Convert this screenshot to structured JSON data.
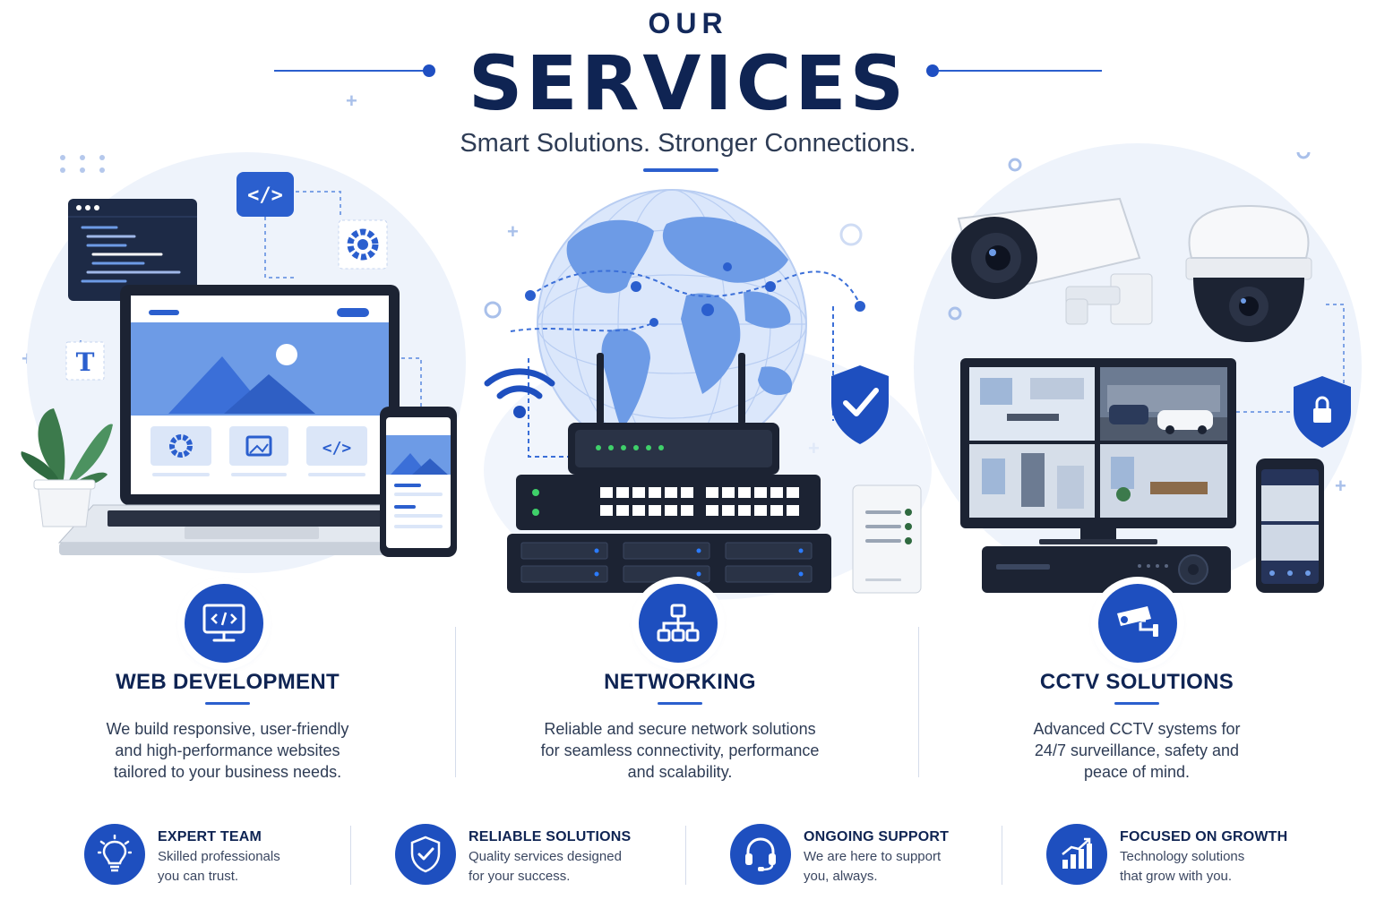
{
  "header": {
    "eyebrow": "OUR",
    "title": "SERVICES",
    "tagline": "Smart Solutions. Stronger Connections."
  },
  "colors": {
    "primary": "#1e4fbf",
    "navy": "#0f2453",
    "light_blue": "#6d9be6",
    "pale_bg": "#eef3fb",
    "device_dark": "#1c2333"
  },
  "illustration": {
    "code_tag": "</>",
    "text_tool": "T"
  },
  "services": [
    {
      "icon": "monitor-code-icon",
      "title": "WEB DEVELOPMENT",
      "description_lines": [
        "We build responsive, user-friendly",
        "and high-performance websites",
        "tailored to your business needs."
      ]
    },
    {
      "icon": "network-hierarchy-icon",
      "title": "NETWORKING",
      "description_lines": [
        "Reliable and secure network solutions",
        "for seamless connectivity, performance",
        "and scalability."
      ]
    },
    {
      "icon": "cctv-camera-icon",
      "title": "CCTV SOLUTIONS",
      "description_lines": [
        "Advanced CCTV systems for",
        "24/7 surveillance, safety and",
        "peace of mind."
      ]
    }
  ],
  "features": [
    {
      "icon": "lightbulb-icon",
      "title": "EXPERT TEAM",
      "line1": "Skilled professionals",
      "line2": "you can trust."
    },
    {
      "icon": "shield-check-icon",
      "title": "RELIABLE SOLUTIONS",
      "line1": "Quality services designed",
      "line2": "for your success."
    },
    {
      "icon": "headset-icon",
      "title": "ONGOING SUPPORT",
      "line1": "We are here to support",
      "line2": "you, always."
    },
    {
      "icon": "growth-chart-icon",
      "title": "FOCUSED ON GROWTH",
      "line1": "Technology solutions",
      "line2": "that grow with you."
    }
  ]
}
